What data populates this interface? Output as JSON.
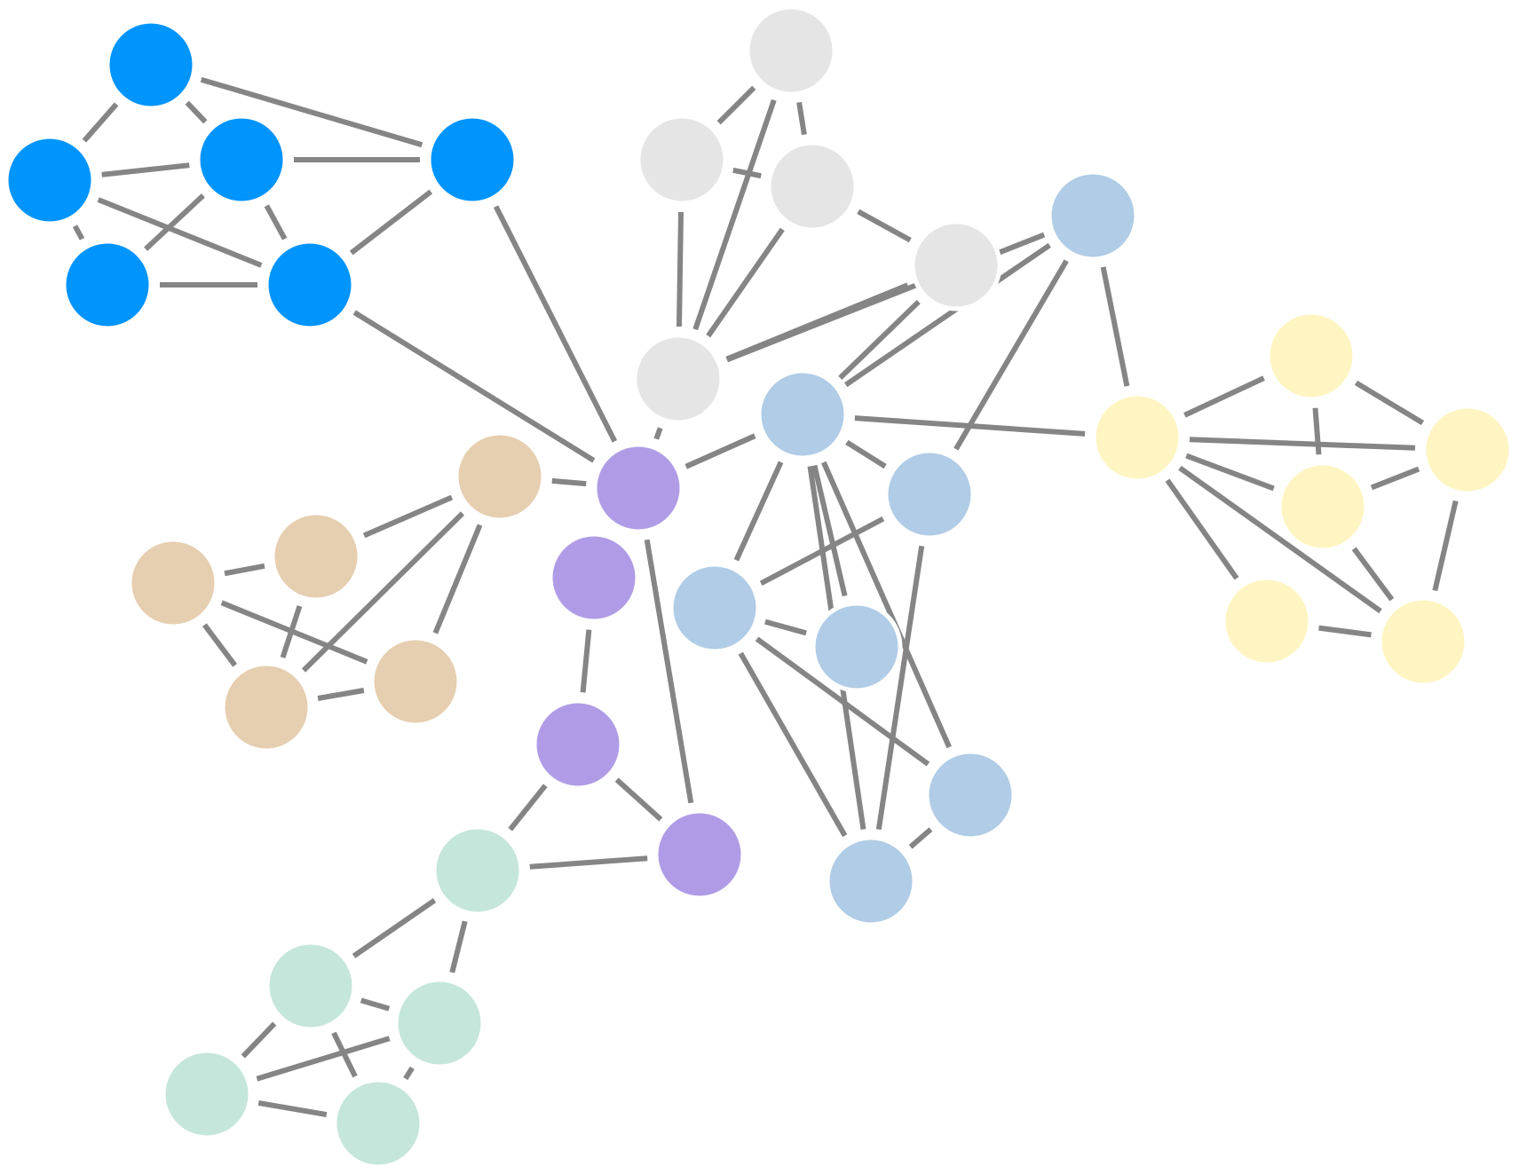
{
  "colors": {
    "background": "#ffffff",
    "edge": "#858585",
    "node_border": "#ffffff",
    "groups": {
      "blue": "#0094fd",
      "gray": "#e5e5e5",
      "lightblue": "#b0cce6",
      "yellow": "#fff5c2",
      "tan": "#e6ceb0",
      "purple": "#b09ce6",
      "mint": "#c5e6da"
    }
  },
  "nodes": [
    {
      "id": "b1",
      "group": "blue"
    },
    {
      "id": "b2",
      "group": "blue"
    },
    {
      "id": "b3",
      "group": "blue"
    },
    {
      "id": "b4",
      "group": "blue"
    },
    {
      "id": "b5",
      "group": "blue"
    },
    {
      "id": "b6",
      "group": "blue"
    },
    {
      "id": "g1",
      "group": "gray"
    },
    {
      "id": "g2",
      "group": "gray"
    },
    {
      "id": "g3",
      "group": "gray"
    },
    {
      "id": "g4",
      "group": "gray"
    },
    {
      "id": "g5",
      "group": "gray"
    },
    {
      "id": "l1",
      "group": "lightblue"
    },
    {
      "id": "l2",
      "group": "lightblue"
    },
    {
      "id": "l3",
      "group": "lightblue"
    },
    {
      "id": "l4",
      "group": "lightblue"
    },
    {
      "id": "l5",
      "group": "lightblue"
    },
    {
      "id": "l6",
      "group": "lightblue"
    },
    {
      "id": "l7",
      "group": "lightblue"
    },
    {
      "id": "y1",
      "group": "yellow"
    },
    {
      "id": "y2",
      "group": "yellow"
    },
    {
      "id": "y3",
      "group": "yellow"
    },
    {
      "id": "y4",
      "group": "yellow"
    },
    {
      "id": "y5",
      "group": "yellow"
    },
    {
      "id": "y6",
      "group": "yellow"
    },
    {
      "id": "t1",
      "group": "tan"
    },
    {
      "id": "t2",
      "group": "tan"
    },
    {
      "id": "t3",
      "group": "tan"
    },
    {
      "id": "t4",
      "group": "tan"
    },
    {
      "id": "t5",
      "group": "tan"
    },
    {
      "id": "p1",
      "group": "purple"
    },
    {
      "id": "p2",
      "group": "purple"
    },
    {
      "id": "p3",
      "group": "purple"
    },
    {
      "id": "p4",
      "group": "purple"
    },
    {
      "id": "m1",
      "group": "mint"
    },
    {
      "id": "m2",
      "group": "mint"
    },
    {
      "id": "m3",
      "group": "mint"
    },
    {
      "id": "m4",
      "group": "mint"
    },
    {
      "id": "m5",
      "group": "mint"
    }
  ],
  "edges": [
    [
      "b1",
      "b2"
    ],
    [
      "b1",
      "b3"
    ],
    [
      "b1",
      "b6"
    ],
    [
      "b2",
      "b3"
    ],
    [
      "b2",
      "b5"
    ],
    [
      "b2",
      "b4"
    ],
    [
      "b3",
      "b4"
    ],
    [
      "b3",
      "b5"
    ],
    [
      "b3",
      "b6"
    ],
    [
      "b4",
      "b5"
    ],
    [
      "b5",
      "b6"
    ],
    [
      "b5",
      "p1"
    ],
    [
      "b6",
      "p1"
    ],
    [
      "g1",
      "g2"
    ],
    [
      "g1",
      "g3"
    ],
    [
      "g1",
      "g5"
    ],
    [
      "g2",
      "g3"
    ],
    [
      "g2",
      "g5"
    ],
    [
      "g3",
      "g4"
    ],
    [
      "g3",
      "g5"
    ],
    [
      "g4",
      "g5"
    ],
    [
      "g4",
      "l2"
    ],
    [
      "g5",
      "p1"
    ],
    [
      "g5",
      "l1"
    ],
    [
      "l1",
      "l2"
    ],
    [
      "l1",
      "y1"
    ],
    [
      "l1",
      "l3"
    ],
    [
      "l2",
      "y1"
    ],
    [
      "l2",
      "l3"
    ],
    [
      "l2",
      "p1"
    ],
    [
      "l2",
      "l4"
    ],
    [
      "l2",
      "l5"
    ],
    [
      "l2",
      "l7"
    ],
    [
      "l2",
      "l6"
    ],
    [
      "l3",
      "l4"
    ],
    [
      "l3",
      "l7"
    ],
    [
      "l4",
      "l5"
    ],
    [
      "l4",
      "l6"
    ],
    [
      "l4",
      "l7"
    ],
    [
      "l6",
      "l7"
    ],
    [
      "y1",
      "y2"
    ],
    [
      "y1",
      "y3"
    ],
    [
      "y1",
      "y4"
    ],
    [
      "y1",
      "y5"
    ],
    [
      "y1",
      "y6"
    ],
    [
      "y2",
      "y3"
    ],
    [
      "y2",
      "y4"
    ],
    [
      "y3",
      "y4"
    ],
    [
      "y3",
      "y6"
    ],
    [
      "y4",
      "y6"
    ],
    [
      "y5",
      "y6"
    ],
    [
      "t1",
      "t2"
    ],
    [
      "t1",
      "t4"
    ],
    [
      "t1",
      "t5"
    ],
    [
      "t1",
      "p1"
    ],
    [
      "t2",
      "t3"
    ],
    [
      "t2",
      "t5"
    ],
    [
      "t3",
      "t4"
    ],
    [
      "t3",
      "t5"
    ],
    [
      "t4",
      "t5"
    ],
    [
      "p1",
      "p2"
    ],
    [
      "p1",
      "l2"
    ],
    [
      "p1",
      "p4"
    ],
    [
      "p2",
      "p3"
    ],
    [
      "p3",
      "p4"
    ],
    [
      "p3",
      "m1"
    ],
    [
      "p4",
      "m1"
    ],
    [
      "m1",
      "m2"
    ],
    [
      "m1",
      "m3"
    ],
    [
      "m2",
      "m3"
    ],
    [
      "m2",
      "m4"
    ],
    [
      "m2",
      "m5"
    ],
    [
      "m3",
      "m4"
    ],
    [
      "m3",
      "m5"
    ],
    [
      "m4",
      "m5"
    ]
  ]
}
